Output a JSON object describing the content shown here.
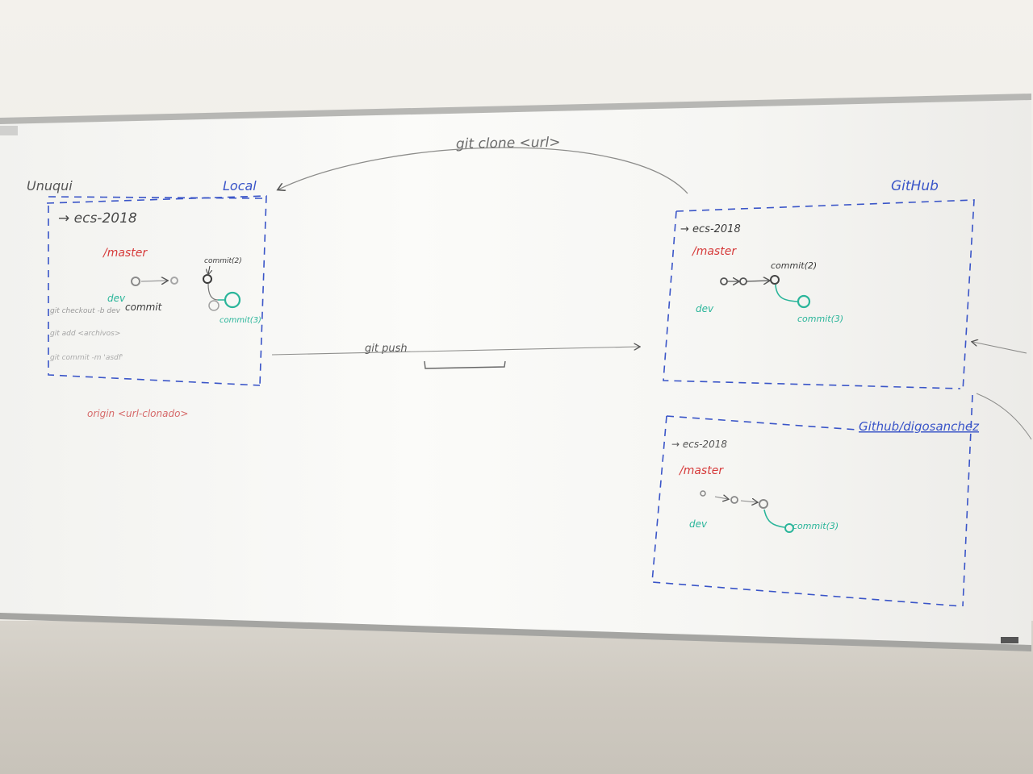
{
  "board": {
    "top_label": "git clone <url>",
    "local": {
      "owner": "Unuqui",
      "title": "Local",
      "repo": "→ ecs-2018",
      "branch_master": "/master",
      "branch_dev": "dev",
      "commit_label": "commit",
      "commit2_label": "commit(2)",
      "commit3_label": "commit(3)",
      "cmd1": "git checkout -b dev",
      "cmd2": "git add <archivos>",
      "cmd3": "git commit -m 'asdf'"
    },
    "origin_label": "origin <url-clonado>",
    "push_label": "git push",
    "github": {
      "title": "GitHub",
      "repo": "→ ecs-2018",
      "branch_master": "/master",
      "branch_dev": "dev",
      "commit2_label": "commit(2)",
      "commit3_label": "commit(3)"
    },
    "fork": {
      "title": "Github/digosanchez",
      "repo": "→ ecs-2018",
      "branch_master": "/master",
      "branch_dev": "dev",
      "commit3_label": "commit(3)"
    }
  },
  "colors": {
    "blue_marker": "#3a55c8",
    "red_marker": "#d63a3a",
    "green_marker": "#2ab59a",
    "black_marker": "#3b3b3b",
    "board": "#f7f7f5",
    "frame": "#a9a9a6"
  }
}
